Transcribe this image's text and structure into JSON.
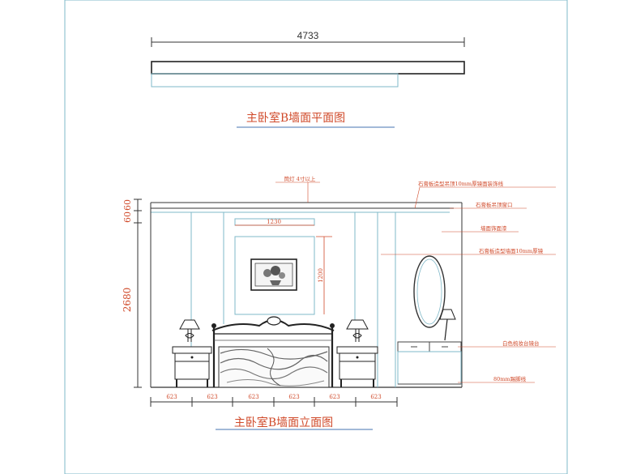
{
  "plan": {
    "title": "主卧室B墙面平面图",
    "total_width": "4733"
  },
  "elevation": {
    "title": "主卧室B墙面立面图",
    "left_dims": [
      "60",
      "60",
      "2680"
    ],
    "bottom_dims": [
      "623",
      "623",
      "623",
      "623",
      "623",
      "623"
    ],
    "frame_width": "1230",
    "frame_height": "1200",
    "annotations": {
      "top_left": "筒灯 4寸以上",
      "right_1": "石膏板造型吊顶10mm厚镜面装饰线",
      "right_2": "石膏板吊顶窗口",
      "right_3": "墙面饰面漆",
      "right_4": "石膏板造型墙面10mm厚镜",
      "right_5": "白色梳妆台镜台",
      "right_6": "80mm踢脚线"
    }
  },
  "colors": {
    "line_dark": "#333333",
    "line_cyan": "#7fb8c8",
    "accent_red": "#d04a2a",
    "title_underline": "#6a8fc0"
  }
}
